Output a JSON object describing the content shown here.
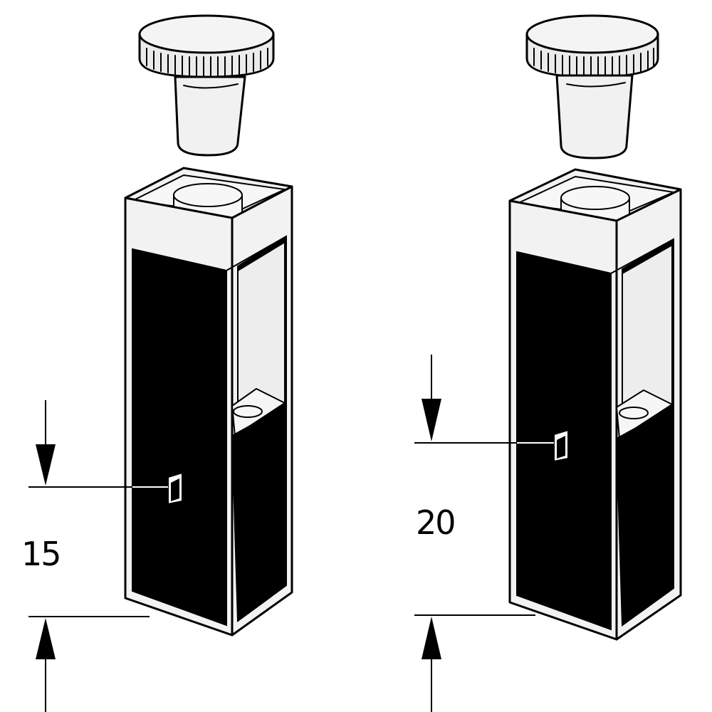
{
  "figure": {
    "cuvettes": [
      {
        "id": "left",
        "center_height_label": "15"
      },
      {
        "id": "right",
        "center_height_label": "20"
      }
    ],
    "icons": [
      "cap-icon",
      "stopper-icon",
      "cuvette-icon",
      "arrow-down-icon",
      "arrow-up-icon",
      "light-window-icon"
    ],
    "colors": {
      "ink": "#000000",
      "glass": "#f2f2f2",
      "background": "#ffffff"
    }
  }
}
